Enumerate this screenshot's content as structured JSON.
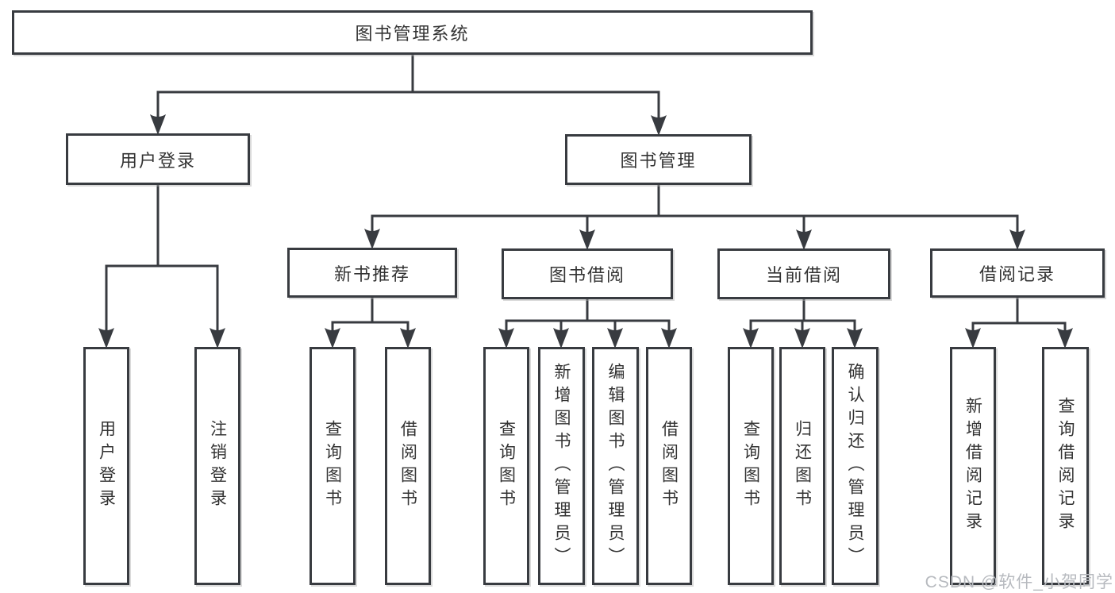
{
  "tree": {
    "root": {
      "label": "图书管理系统"
    },
    "level1": [
      {
        "label": "用户登录"
      },
      {
        "label": "图书管理"
      }
    ],
    "level2": [
      {
        "label": "新书推荐",
        "parent": "图书管理"
      },
      {
        "label": "图书借阅",
        "parent": "图书管理"
      },
      {
        "label": "当前借阅",
        "parent": "图书管理"
      },
      {
        "label": "借阅记录",
        "parent": "图书管理"
      }
    ],
    "leaves": [
      {
        "label": "用户登录",
        "parent": "用户登录"
      },
      {
        "label": "注销登录",
        "parent": "用户登录"
      },
      {
        "label": "查询图书",
        "parent": "新书推荐"
      },
      {
        "label": "借阅图书",
        "parent": "新书推荐"
      },
      {
        "label": "查询图书",
        "parent": "图书借阅"
      },
      {
        "label": "新增图书（管理员）",
        "parent": "图书借阅"
      },
      {
        "label": "编辑图书（管理员）",
        "parent": "图书借阅"
      },
      {
        "label": "借阅图书",
        "parent": "图书借阅"
      },
      {
        "label": "查询图书",
        "parent": "当前借阅"
      },
      {
        "label": "归还图书",
        "parent": "当前借阅"
      },
      {
        "label": "确认归还（管理员）",
        "parent": "当前借阅"
      },
      {
        "label": "新增借阅记录",
        "parent": "借阅记录"
      },
      {
        "label": "查询借阅记录",
        "parent": "借阅记录"
      }
    ]
  },
  "watermark": {
    "text": "CSDN @软件_小贺同学"
  },
  "colors": {
    "line": "#383b40",
    "box_background": "#ffffff",
    "text": "#333333",
    "watermark": "#b7babf"
  }
}
